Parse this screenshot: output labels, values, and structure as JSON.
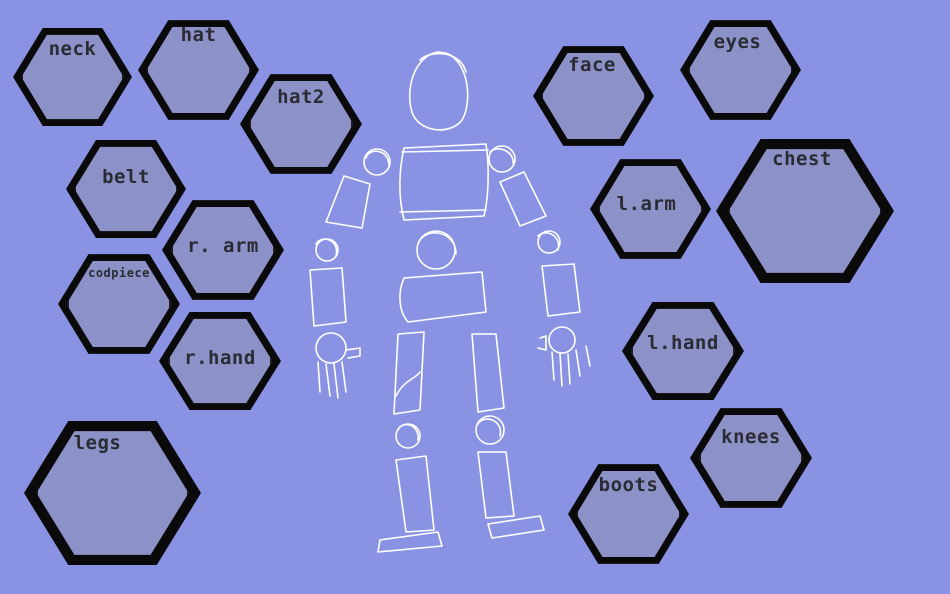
{
  "slots": {
    "neck": "neck",
    "hat": "hat",
    "hat2": "hat2",
    "belt": "belt",
    "r_arm": "r. arm",
    "codpiece": "codpiece",
    "r_hand": "r.hand",
    "legs": "legs",
    "face": "face",
    "eyes": "eyes",
    "l_arm": "l.arm",
    "chest": "chest",
    "l_hand": "l.hand",
    "knees": "knees",
    "boots": "boots"
  },
  "colors": {
    "background": "#8a93e3",
    "slot_fill": "#8c92c8",
    "slot_border": "#0a0a0a",
    "figure_stroke": "#ffffff"
  }
}
